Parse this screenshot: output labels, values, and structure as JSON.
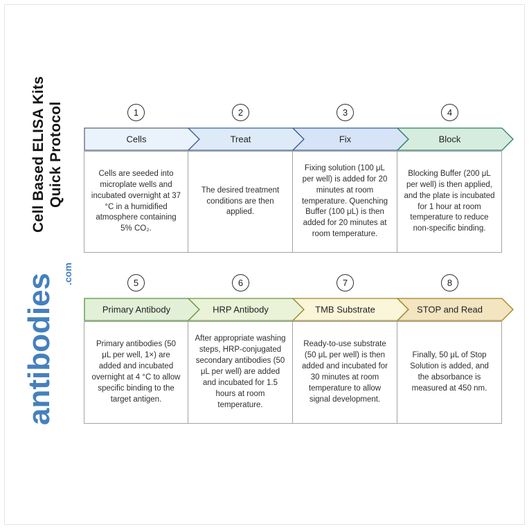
{
  "branding": {
    "title_line1": "Cell Based ELISA Kits",
    "title_line2": "Quick Protocol",
    "logo_text": "antibodies",
    "logo_suffix": ".com",
    "logo_color": "#4580bd"
  },
  "steps": [
    {
      "number": "1",
      "label": "Cells",
      "description": "Cells are seeded into microplate wells and incubated overnight at 37 °C in a humidified atmosphere containing 5% CO₂.",
      "fill": "#eaf2fb",
      "stroke": "#55677f"
    },
    {
      "number": "2",
      "label": "Treat",
      "description": "The desired treatment conditions are then applied.",
      "fill": "#dfeaf9",
      "stroke": "#3f5f94"
    },
    {
      "number": "3",
      "label": "Fix",
      "description": "Fixing solution (100 μL per well) is added for 20 minutes at room temperature. Quenching Buffer (100 μL) is then added for 20 minutes at room temperature.",
      "fill": "#d7e4f7",
      "stroke": "#3c5c96"
    },
    {
      "number": "4",
      "label": "Block",
      "description": "Blocking Buffer (200 μL per well) is then applied, and the plate is incubated for 1 hour at room temperature to reduce non-specific binding.",
      "fill": "#d6ecdf",
      "stroke": "#2a7d67"
    },
    {
      "number": "5",
      "label": "Primary Antibody",
      "description": "Primary antibodies (50 μL per well, 1×) are added and incubated overnight at 4 °C to allow specific binding to the target antigen.",
      "fill": "#e2f0d8",
      "stroke": "#55913e"
    },
    {
      "number": "6",
      "label": "HRP Antibody",
      "description": "After appropriate washing steps, HRP-conjugated secondary antibodies (50 μL per well) are added and incubated for 1.5 hours at room temperature.",
      "fill": "#eaf3d8",
      "stroke": "#6e9339"
    },
    {
      "number": "7",
      "label": "TMB Substrate",
      "description": "Ready-to-use substrate (50 μL per well) is then added and incubated for 30 minutes at room temperature to allow signal development.",
      "fill": "#fbf5d9",
      "stroke": "#98892f"
    },
    {
      "number": "8",
      "label": "STOP and Read",
      "description": "Finally, 50 μL of Stop Solution is added, and the absorbance is measured at 450 nm.",
      "fill": "#f2e5c0",
      "stroke": "#a3801c"
    }
  ]
}
